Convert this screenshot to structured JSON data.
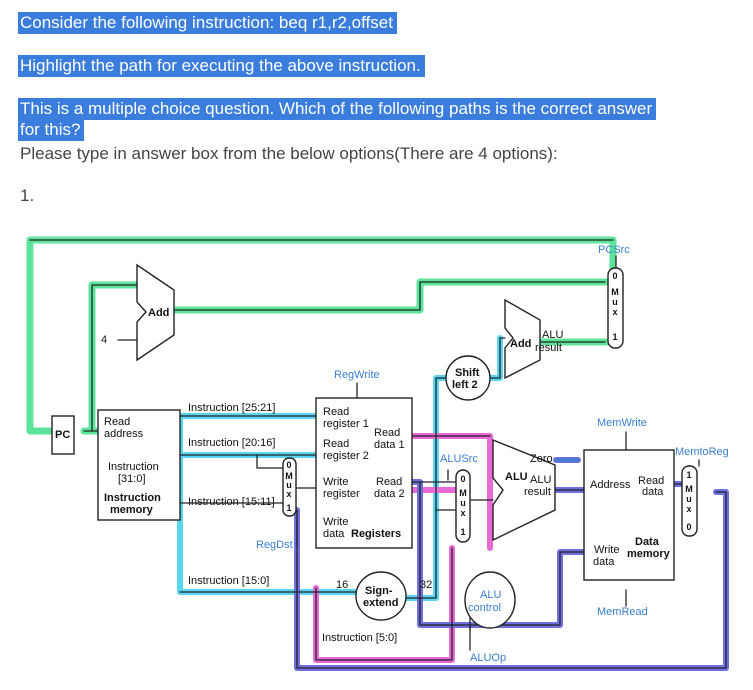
{
  "question": {
    "line1": "Consider the following instruction: beq r1,r2,offset",
    "line2": "Highlight the path for executing the above instruction.",
    "line3a": "This is a multiple choice question. Which of the following paths is the correct answer",
    "line3b": "for this?",
    "instructions": "Please type in answer box from the below options(There are 4 options):",
    "option_number": "1."
  },
  "diagram": {
    "pc": "PC",
    "add": "Add",
    "four": "4",
    "read_address_1": "Read",
    "read_address_2": "address",
    "instruction_1": "Instruction",
    "instruction_2": "[31:0]",
    "instruction_memory_1": "Instruction",
    "instruction_memory_2": "memory",
    "instr_25_21": "Instruction [25:21]",
    "instr_20_16": "Instruction [20:16]",
    "instr_15_11": "Instruction [15:11]",
    "instr_15_0": "Instruction [15:0]",
    "instr_5_0": "Instruction [5:0]",
    "regwrite": "RegWrite",
    "regdst": "RegDst",
    "read_register_1a": "Read",
    "read_register_1b": "register 1",
    "read_register_2a": "Read",
    "read_register_2b": "register 2",
    "write_register_a": "Write",
    "write_register_b": "register",
    "write_data_a": "Write",
    "write_data_b": "data",
    "registers": "Registers",
    "read_data_1a": "Read",
    "read_data_1b": "data 1",
    "read_data_2a": "Read",
    "read_data_2b": "data 2",
    "sixteen": "16",
    "thirtytwo": "32",
    "sign_extend_a": "Sign-",
    "sign_extend_b": "extend",
    "shift_a": "Shift",
    "shift_b": "left 2",
    "alusrc": "ALUSrc",
    "alu": "ALU",
    "zero": "Zero",
    "alu_result_a": "ALU",
    "alu_result_b": "result",
    "add_alu_a": "Add",
    "add_alu_b": "ALU",
    "add_alu_c": "result",
    "alu_control_a": "ALU",
    "alu_control_b": "control",
    "aluop": "ALUOp",
    "pcsrc": "PCSrc",
    "memwrite": "MemWrite",
    "memread": "MemRead",
    "memtoreg": "MemtoReg",
    "address": "Address",
    "read_data_a": "Read",
    "read_data_b": "data",
    "write_data_mem_a": "Write",
    "write_data_mem_b": "data",
    "data_memory_a": "Data",
    "data_memory_b": "memory",
    "mux_letters": [
      "M",
      "u",
      "x"
    ],
    "mux_0": "0",
    "mux_1": "1"
  },
  "colors": {
    "highlight_bar": "#3b7ddd",
    "path_green": "#5ee49a",
    "path_blue": "#6f6fe0",
    "path_pink": "#e86ad6",
    "path_cyan": "#58d6f0",
    "control_blue": "#3a7fd0"
  }
}
